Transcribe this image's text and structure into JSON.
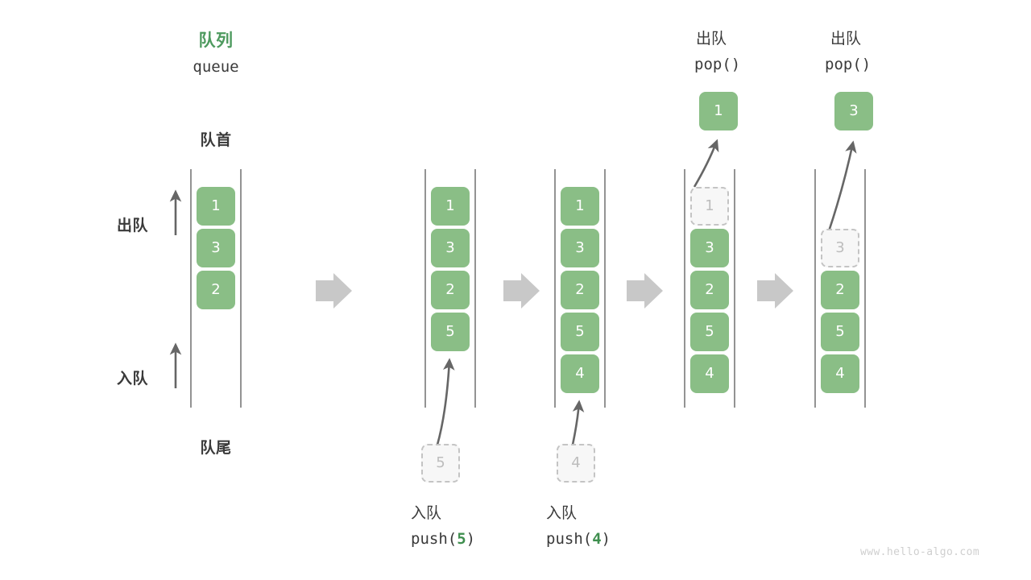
{
  "diagram": {
    "title_cn": "队列",
    "title_en": "queue",
    "front_label": "队首",
    "rear_label": "队尾",
    "dequeue_side_label": "出队",
    "enqueue_side_label": "入队",
    "watermark": "www.hello-algo.com",
    "accent_green": "#8ABE86",
    "title_green": "#4e9a5f",
    "ghost_gray": "#bdbdbd",
    "arrow_gray": "#c8c8c8",
    "line_gray": "#595959"
  },
  "steps": [
    {
      "id": "initial",
      "header_cn": "",
      "header_code": "",
      "cells": [
        {
          "value": "1",
          "state": "filled"
        },
        {
          "value": "3",
          "state": "filled"
        },
        {
          "value": "2",
          "state": "filled"
        }
      ],
      "incoming": null,
      "outgoing": null,
      "caption_cn": "",
      "caption_code_pre": "",
      "caption_code_arg": "",
      "caption_code_post": ""
    },
    {
      "id": "push-5",
      "header_cn": "",
      "header_code": "",
      "cells": [
        {
          "value": "1",
          "state": "filled"
        },
        {
          "value": "3",
          "state": "filled"
        },
        {
          "value": "2",
          "state": "filled"
        },
        {
          "value": "5",
          "state": "filled"
        }
      ],
      "incoming": {
        "value": "5",
        "state": "ghost"
      },
      "outgoing": null,
      "caption_cn": "入队",
      "caption_code_pre": "push(",
      "caption_code_arg": "5",
      "caption_code_post": ")"
    },
    {
      "id": "push-4",
      "header_cn": "",
      "header_code": "",
      "cells": [
        {
          "value": "1",
          "state": "filled"
        },
        {
          "value": "3",
          "state": "filled"
        },
        {
          "value": "2",
          "state": "filled"
        },
        {
          "value": "5",
          "state": "filled"
        },
        {
          "value": "4",
          "state": "filled"
        }
      ],
      "incoming": {
        "value": "4",
        "state": "ghost"
      },
      "outgoing": null,
      "caption_cn": "入队",
      "caption_code_pre": "push(",
      "caption_code_arg": "4",
      "caption_code_post": ")"
    },
    {
      "id": "pop-1",
      "header_cn": "出队",
      "header_code": "pop()",
      "cells": [
        {
          "value": "1",
          "state": "ghost"
        },
        {
          "value": "3",
          "state": "filled"
        },
        {
          "value": "2",
          "state": "filled"
        },
        {
          "value": "5",
          "state": "filled"
        },
        {
          "value": "4",
          "state": "filled"
        }
      ],
      "incoming": null,
      "outgoing": {
        "value": "1",
        "state": "filled"
      },
      "caption_cn": "",
      "caption_code_pre": "",
      "caption_code_arg": "",
      "caption_code_post": ""
    },
    {
      "id": "pop-3",
      "header_cn": "出队",
      "header_code": "pop()",
      "cells": [
        {
          "value": "",
          "state": "empty"
        },
        {
          "value": "3",
          "state": "ghost"
        },
        {
          "value": "2",
          "state": "filled"
        },
        {
          "value": "5",
          "state": "filled"
        },
        {
          "value": "4",
          "state": "filled"
        }
      ],
      "incoming": null,
      "outgoing": {
        "value": "3",
        "state": "filled"
      },
      "caption_cn": "",
      "caption_code_pre": "",
      "caption_code_arg": "",
      "caption_code_post": ""
    }
  ],
  "flow_arrows": [
    "arrow-1",
    "arrow-2",
    "arrow-3",
    "arrow-4"
  ]
}
